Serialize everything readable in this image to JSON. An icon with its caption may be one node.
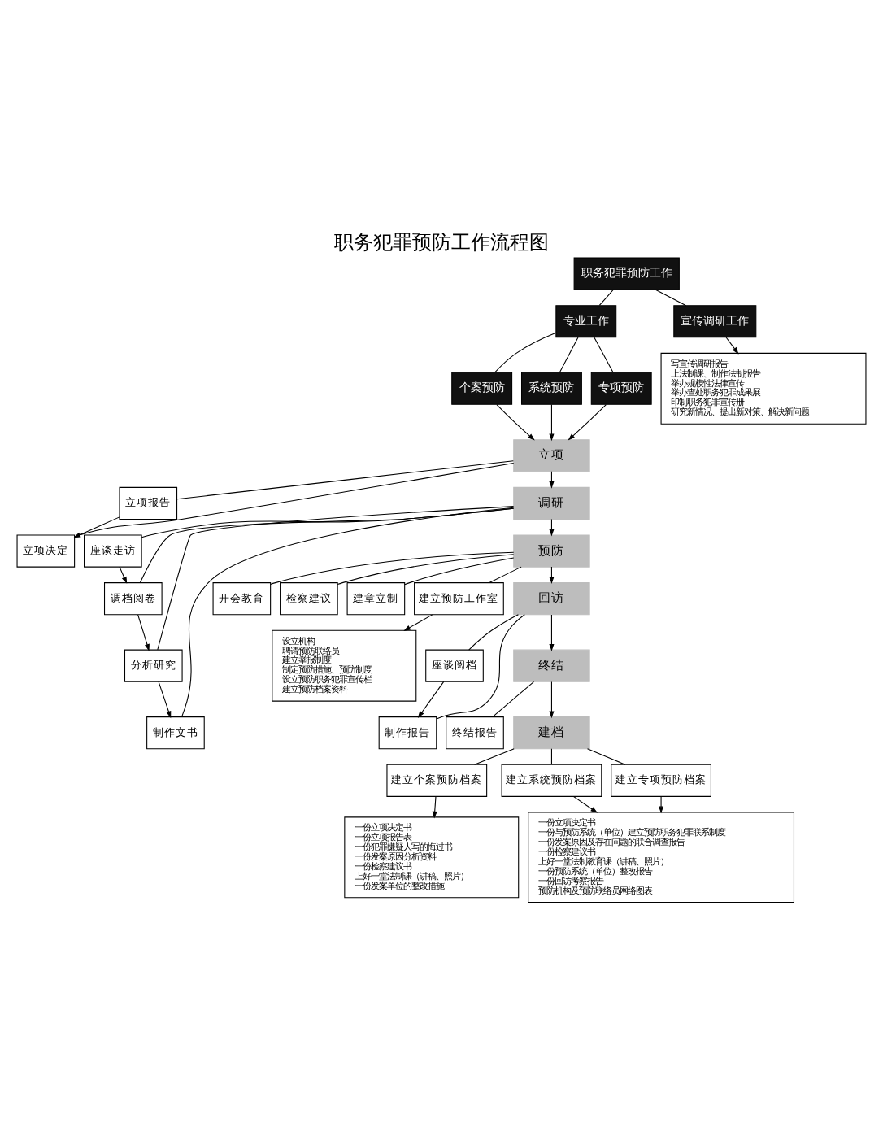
{
  "diagram": {
    "title": "职务犯罪预防工作流程图",
    "nodes": [
      {
        "text": [
          "职务犯罪预防工作"
        ]
      },
      {
        "text": [
          "专业工作"
        ]
      },
      {
        "text": [
          "宣传调研工作"
        ]
      },
      {
        "text": [
          "个案预防"
        ]
      },
      {
        "text": [
          "系统预防"
        ]
      },
      {
        "text": [
          "专项预防"
        ]
      },
      {
        "text": [
          "写宣传调研报告",
          "上法制课、制作法制报告",
          "举办规模性法律宣传",
          "举办查处职务犯罪成果展",
          "印制职务犯罪宣传册",
          "研究新情况、提出新对策、解决新问题"
        ]
      },
      {
        "text": [
          "立项"
        ]
      },
      {
        "text": [
          "立项报告"
        ]
      },
      {
        "text": [
          "立项决定"
        ]
      },
      {
        "text": [
          "调研"
        ]
      },
      {
        "text": [
          "座谈走访"
        ]
      },
      {
        "text": [
          "调档阅卷"
        ]
      },
      {
        "text": [
          "分析研究"
        ]
      },
      {
        "text": [
          "制作文书"
        ]
      },
      {
        "text": [
          "预防"
        ]
      },
      {
        "text": [
          "开会教育"
        ]
      },
      {
        "text": [
          "检察建议"
        ]
      },
      {
        "text": [
          "建章立制"
        ]
      },
      {
        "text": [
          "建立预防工作室"
        ]
      },
      {
        "text": [
          "设立机构",
          "聘请预防联络员",
          "建立举报制度",
          "制定预防措施、预防制度",
          "设立预防职务犯罪宣传栏",
          "建立预防档案资料"
        ]
      },
      {
        "text": [
          "回访"
        ]
      },
      {
        "text": [
          "座谈阅档"
        ]
      },
      {
        "text": [
          "制作报告"
        ]
      },
      {
        "text": [
          "终结"
        ]
      },
      {
        "text": [
          "终结报告"
        ]
      },
      {
        "text": [
          "一份立项决定书",
          "一份立项报告表",
          "一份犯罪嫌疑人写的悔过书",
          "一份发案原因分析资料",
          "一份检察建议书",
          "上好一堂法制课（讲稿、照片）",
          "一份发案单位的整改措施"
        ]
      },
      {
        "text": [
          "建档"
        ]
      },
      {
        "text": [
          "建立个案预防档案"
        ]
      },
      {
        "text": [
          "建立系统预防档案"
        ]
      },
      {
        "text": [
          "建立专项预防档案"
        ]
      },
      {
        "text": [
          "一份立项决定书",
          "一份与预防系统（单位）建立预防职务犯罪联系制度",
          "一份发案原因及存在问题的联合调查报告",
          "一份检察建议书",
          "上好一堂法制教育课（讲稿、照片）",
          "一份预防系统（单位）整改报告",
          "一份回访考察报告",
          "预防机构及预防联络员网络图表"
        ]
      }
    ],
    "edges": [
      {
        "from": 0,
        "to": 1,
        "arrow": "none"
      },
      {
        "from": 0,
        "to": 2,
        "arrow": "none"
      },
      {
        "from": 2,
        "to": 6,
        "arrow": "to"
      },
      {
        "from": 1,
        "to": 3,
        "arrow": "none"
      },
      {
        "from": 1,
        "to": 4,
        "arrow": "none"
      },
      {
        "from": 1,
        "to": 5,
        "arrow": "none"
      },
      {
        "from": 3,
        "to": 7,
        "arrow": "to"
      },
      {
        "from": 4,
        "to": 7,
        "arrow": "to"
      },
      {
        "from": 5,
        "to": 7,
        "arrow": "to"
      },
      {
        "from": 7,
        "to": 8,
        "arrow": "none"
      },
      {
        "from": 7,
        "to": 9,
        "arrow": "none"
      },
      {
        "from": 8,
        "to": 9,
        "arrow": "to"
      },
      {
        "from": 7,
        "to": 10,
        "arrow": "to"
      },
      {
        "from": 10,
        "to": 11,
        "arrow": "none"
      },
      {
        "from": 10,
        "to": 12,
        "arrow": "none"
      },
      {
        "from": 10,
        "to": 13,
        "arrow": "none"
      },
      {
        "from": 10,
        "to": 14,
        "arrow": "none"
      },
      {
        "from": 11,
        "to": 12,
        "arrow": "to"
      },
      {
        "from": 12,
        "to": 13,
        "arrow": "to"
      },
      {
        "from": 13,
        "to": 14,
        "arrow": "to"
      },
      {
        "from": 10,
        "to": 15,
        "arrow": "to"
      },
      {
        "from": 15,
        "to": 16,
        "arrow": "none"
      },
      {
        "from": 15,
        "to": 17,
        "arrow": "none"
      },
      {
        "from": 15,
        "to": 18,
        "arrow": "none"
      },
      {
        "from": 15,
        "to": 19,
        "arrow": "none"
      },
      {
        "from": 19,
        "to": 20,
        "arrow": "to"
      },
      {
        "from": 15,
        "to": 21,
        "arrow": "to"
      },
      {
        "from": 21,
        "to": 22,
        "arrow": "none"
      },
      {
        "from": 21,
        "to": 23,
        "arrow": "none"
      },
      {
        "from": 22,
        "to": 23,
        "arrow": "to"
      },
      {
        "from": 21,
        "to": 24,
        "arrow": "to"
      },
      {
        "from": 24,
        "to": 25,
        "arrow": "none"
      },
      {
        "from": 24,
        "to": 27,
        "arrow": "to"
      },
      {
        "from": 27,
        "to": 28,
        "arrow": "none"
      },
      {
        "from": 27,
        "to": 29,
        "arrow": "none"
      },
      {
        "from": 27,
        "to": 30,
        "arrow": "none"
      },
      {
        "from": 28,
        "to": 26,
        "arrow": "to"
      },
      {
        "from": 29,
        "to": 31,
        "arrow": "to"
      },
      {
        "from": 30,
        "to": 31,
        "arrow": "to"
      }
    ]
  }
}
